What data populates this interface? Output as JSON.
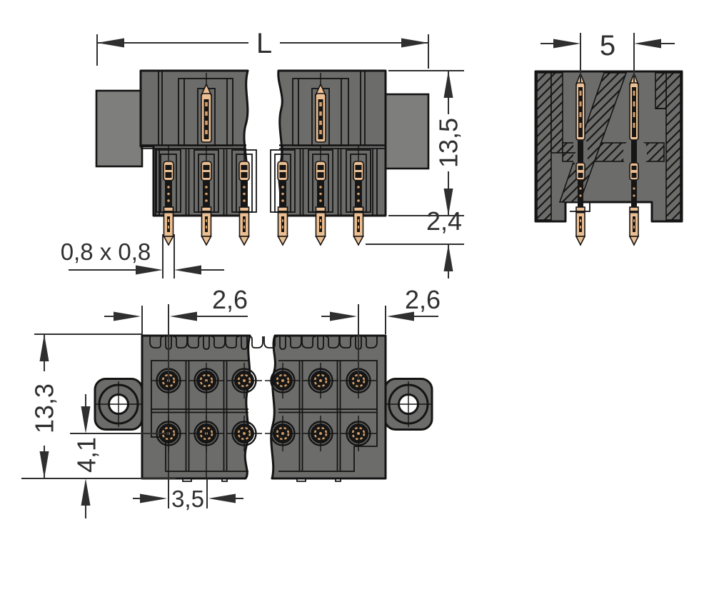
{
  "drawing": {
    "type": "connector-technical-drawing",
    "views": {
      "side": {
        "label_length": "L",
        "label_height": "13,5",
        "label_pin_protrusion": "2,4",
        "label_pin_cross_section": "0,8 x 0,8"
      },
      "section": {
        "label_row_pitch": "5"
      },
      "bottom": {
        "label_edge_offset_left": "2,6",
        "label_edge_offset_right": "2,6",
        "label_total_height": "13,3",
        "label_row_offset": "4,1",
        "label_pin_pitch": "3,5"
      }
    },
    "colors": {
      "background": "#ffffff",
      "housing_gray": "#6c6c6b",
      "flange_gray": "#7e7e7d",
      "outline_black": "#141414",
      "pin_gold": "#ecbf93",
      "pin_gold_dark": "#cf9c67",
      "pin_core_black": "#161616",
      "dimension_gray": "#2f2f2f"
    }
  }
}
